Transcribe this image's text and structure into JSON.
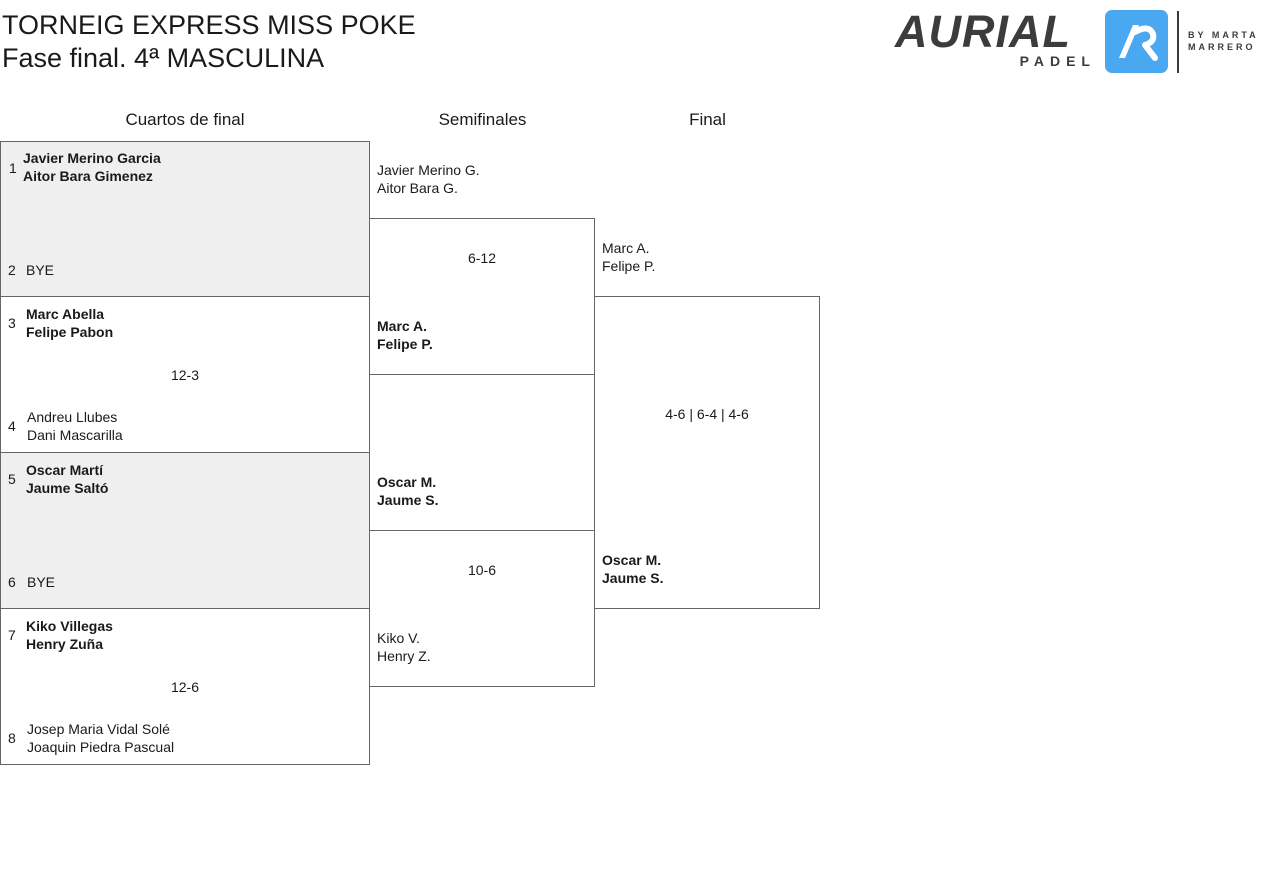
{
  "header": {
    "title_line1": "TORNEIG EXPRESS MISS POKE",
    "title_line2": "Fase final. 4ª MASCULINA"
  },
  "logo": {
    "brand": "AURIAL",
    "sub": "PADEL",
    "by": "BY MARTA",
    "by2": "MARRERO",
    "badge_color": "#4aa8f0"
  },
  "rounds": {
    "quarterfinals": "Cuartos de final",
    "semifinals": "Semifinales",
    "final": "Final"
  },
  "quarterfinals": [
    {
      "top": {
        "seed": "1",
        "p1": "Javier Merino Garcia",
        "p2": "Aitor Bara Gimenez"
      },
      "bottom": {
        "seed": "2",
        "p1": "BYE",
        "p2": ""
      },
      "score": ""
    },
    {
      "top": {
        "seed": "3",
        "p1": "Marc Abella",
        "p2": "Felipe Pabon"
      },
      "bottom": {
        "seed": "4",
        "p1": "Andreu Llubes",
        "p2": "Dani Mascarilla"
      },
      "score": "12-3"
    },
    {
      "top": {
        "seed": "5",
        "p1": "Oscar Martí",
        "p2": "Jaume Saltó"
      },
      "bottom": {
        "seed": "6",
        "p1": "BYE",
        "p2": ""
      },
      "score": ""
    },
    {
      "top": {
        "seed": "7",
        "p1": "Kiko Villegas",
        "p2": "Henry Zuña"
      },
      "bottom": {
        "seed": "8",
        "p1": "Josep Maria Vidal Solé",
        "p2": "Joaquin Piedra Pascual"
      },
      "score": "12-6"
    }
  ],
  "semifinals": [
    {
      "top": {
        "p1": "Javier Merino G.",
        "p2": "Aitor Bara G."
      },
      "bottom": {
        "p1": "Marc A.",
        "p2": "Felipe P."
      },
      "score": "6-12"
    },
    {
      "top": {
        "p1": "Oscar M.",
        "p2": "Jaume S."
      },
      "bottom": {
        "p1": "Kiko V.",
        "p2": "Henry Z."
      },
      "score": "10-6"
    }
  ],
  "final": {
    "top": {
      "p1": "Marc A.",
      "p2": "Felipe P."
    },
    "bottom": {
      "p1": "Oscar M.",
      "p2": "Jaume S."
    },
    "score": "4-6 | 6-4 | 4-6"
  }
}
